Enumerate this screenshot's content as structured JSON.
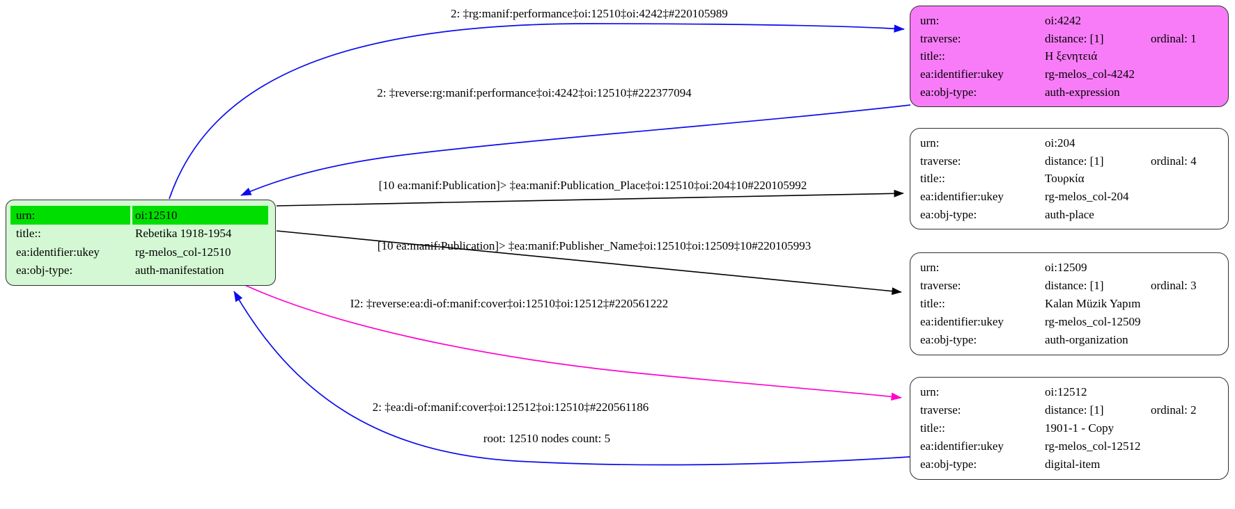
{
  "footer": {
    "label": "root: 12510 nodes count: 5"
  },
  "colors": {
    "root_fill": "#d3f8d3",
    "root_highlight": "#00de00",
    "expression_fill": "#f87cf8",
    "plain_fill": "#ffffff",
    "edge_blue": "#0b0bee",
    "edge_black": "#000000",
    "edge_magenta": "#ff00cf",
    "node_border": "#2e2e2e"
  },
  "nodes": {
    "root": {
      "urn_key": "urn:",
      "urn_value": "oi:12510",
      "title_key": "title::",
      "title_value": "Rebetika 1918-1954",
      "ukey_key": "ea:identifier:ukey",
      "ukey_value": "rg-melos_col-12510",
      "objtype_key": "ea:obj-type:",
      "objtype_value": "auth-manifestation"
    },
    "oi4242": {
      "urn_key": "urn:",
      "urn_value": "oi:4242",
      "traverse_key": "traverse:",
      "traverse_distance": "distance: [1]",
      "traverse_ordinal": "ordinal: 1",
      "title_key": "title::",
      "title_value": "Η ξενητειά",
      "ukey_key": "ea:identifier:ukey",
      "ukey_value": "rg-melos_col-4242",
      "objtype_key": "ea:obj-type:",
      "objtype_value": "auth-expression"
    },
    "oi204": {
      "urn_key": "urn:",
      "urn_value": "oi:204",
      "traverse_key": "traverse:",
      "traverse_distance": "distance: [1]",
      "traverse_ordinal": "ordinal: 4",
      "title_key": "title::",
      "title_value": "Τουρκία",
      "ukey_key": "ea:identifier:ukey",
      "ukey_value": "rg-melos_col-204",
      "objtype_key": "ea:obj-type:",
      "objtype_value": "auth-place"
    },
    "oi12509": {
      "urn_key": "urn:",
      "urn_value": "oi:12509",
      "traverse_key": "traverse:",
      "traverse_distance": "distance: [1]",
      "traverse_ordinal": "ordinal: 3",
      "title_key": "title::",
      "title_value": "Kalan Müzik Yapım",
      "ukey_key": "ea:identifier:ukey",
      "ukey_value": "rg-melos_col-12509",
      "objtype_key": "ea:obj-type:",
      "objtype_value": "auth-organization"
    },
    "oi12512": {
      "urn_key": "urn:",
      "urn_value": "oi:12512",
      "traverse_key": "traverse:",
      "traverse_distance": "distance: [1]",
      "traverse_ordinal": "ordinal: 2",
      "title_key": "title::",
      "title_value": "1901-1 - Copy",
      "ukey_key": "ea:identifier:ukey",
      "ukey_value": "rg-melos_col-12512",
      "objtype_key": "ea:obj-type:",
      "objtype_value": "digital-item"
    }
  },
  "edges": {
    "performance_fwd": {
      "label": "2: ‡rg:manif:performance‡oi:12510‡oi:4242‡#220105989",
      "color": "#0b0bee"
    },
    "performance_rev": {
      "label": "2: ‡reverse:rg:manif:performance‡oi:4242‡oi:12510‡#222377094",
      "color": "#0b0bee"
    },
    "publication_place": {
      "label": "[10 ea:manif:Publication]> ‡ea:manif:Publication_Place‡oi:12510‡oi:204‡10#220105992",
      "color": "#000000"
    },
    "publisher_name": {
      "label": "[10 ea:manif:Publication]> ‡ea:manif:Publisher_Name‡oi:12510‡oi:12509‡10#220105993",
      "color": "#000000"
    },
    "cover_rev": {
      "label": "I2: ‡reverse:ea:di-of:manif:cover‡oi:12510‡oi:12512‡#220561222",
      "color": "#ff00cf"
    },
    "cover_fwd": {
      "label": "2: ‡ea:di-of:manif:cover‡oi:12512‡oi:12510‡#220561186",
      "color": "#0b0bee"
    }
  }
}
